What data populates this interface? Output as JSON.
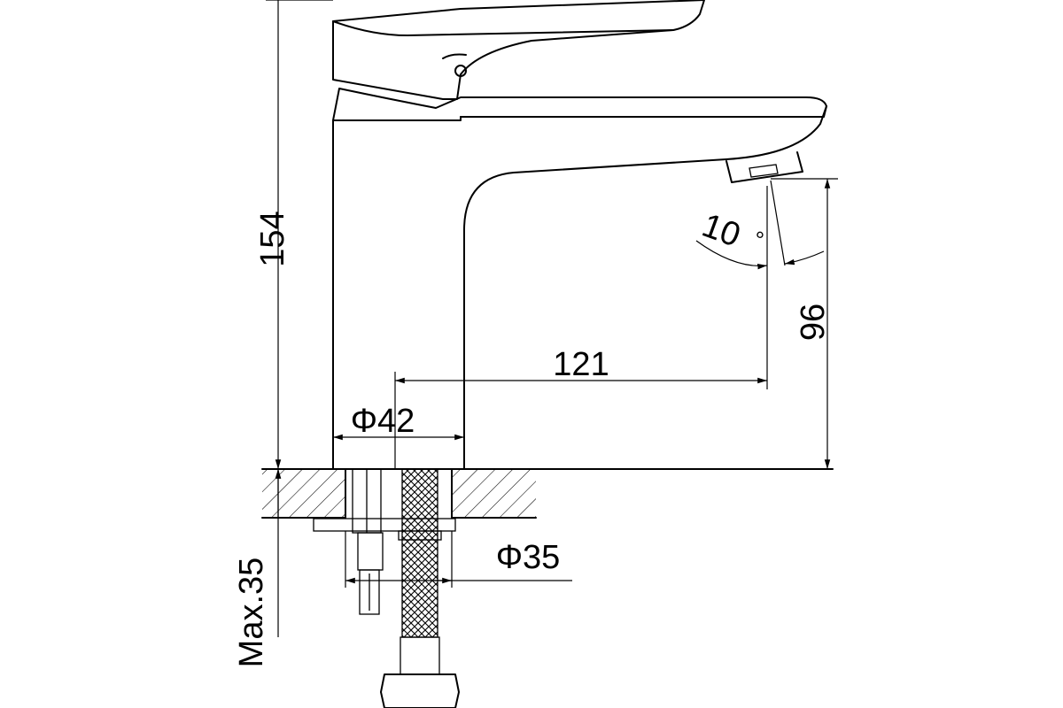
{
  "dimensions": {
    "total_height": "154",
    "spout_height": "96",
    "reach": "121",
    "base_diameter": "Φ42",
    "hole_diameter": "Φ35",
    "max_counter_thickness": "Max.35",
    "spout_angle": "10",
    "degree_symbol": "°"
  }
}
